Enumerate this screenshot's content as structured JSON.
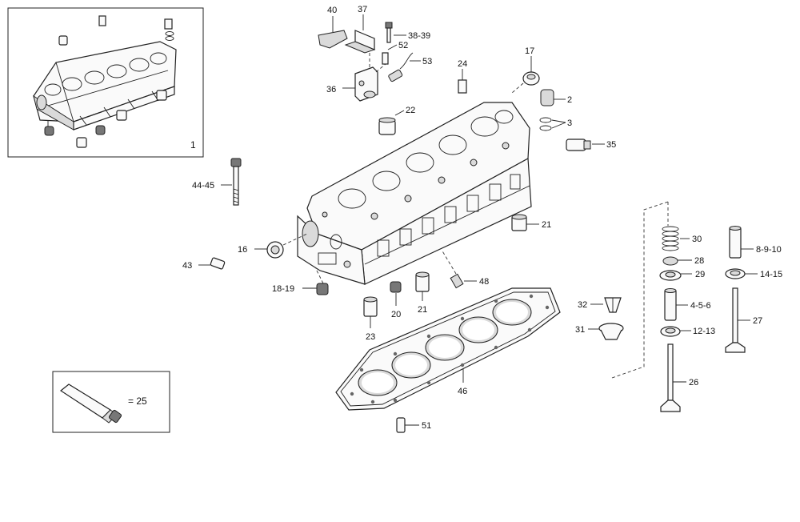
{
  "callouts": {
    "c1": "1",
    "c2": "2",
    "c3": "3",
    "c8910": "8-9-10",
    "c1213": "12-13",
    "c1415": "14-15",
    "c16": "16",
    "c17": "17",
    "c1819": "18-19",
    "c20": "20",
    "c21a": "21",
    "c21b": "21",
    "c22": "22",
    "c23": "23",
    "c24": "24",
    "c25": "= 25",
    "c26": "26",
    "c27": "27",
    "c28": "28",
    "c29": "29",
    "c30": "30",
    "c31": "31",
    "c32": "32",
    "c35": "35",
    "c36": "36",
    "c37": "37",
    "c3839": "38-39",
    "c40": "40",
    "c4344": "43",
    "c4445": "44-45",
    "c456": "4-5-6",
    "c46": "46",
    "c48": "48",
    "c51": "51",
    "c52": "52",
    "c53": "53"
  },
  "icons": {
    "cylinder_head": "cylinder-head-icon",
    "head_gasket": "head-gasket-icon",
    "sealant_tube": "sealant-tube-icon",
    "valve": "valve-icon",
    "spring": "valve-spring-icon"
  }
}
